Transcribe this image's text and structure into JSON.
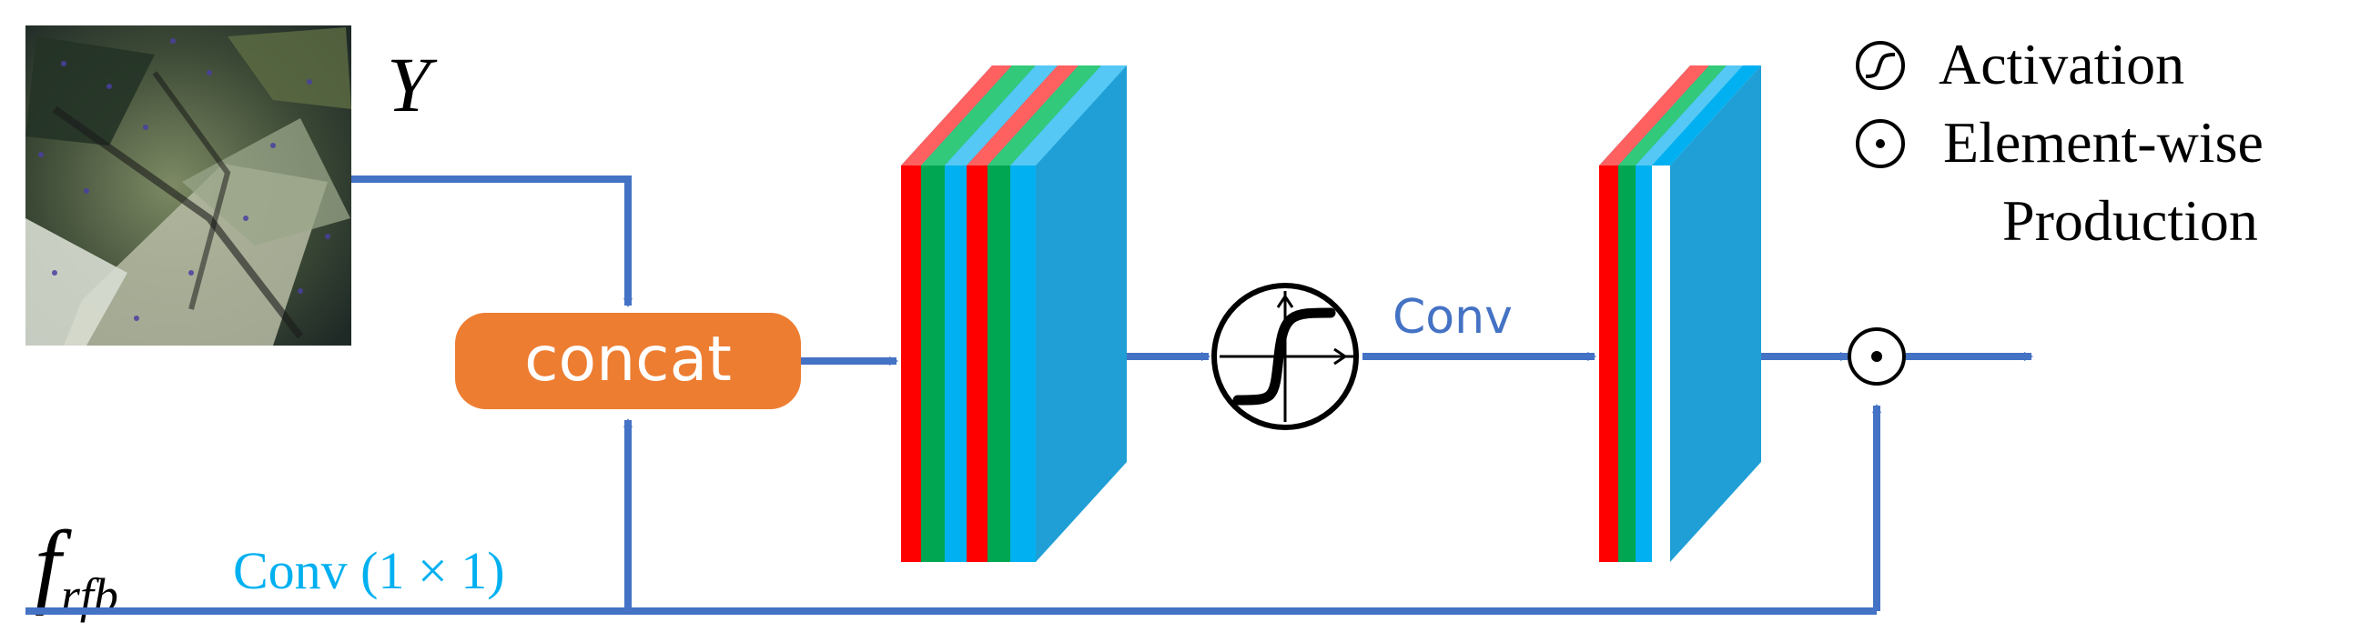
{
  "labels": {
    "input_symbol": "Y",
    "feature_symbol": "f",
    "feature_subscript": "rfb",
    "conv_1x1": "Conv (1 × 1)",
    "concat": "concat",
    "conv": "Conv"
  },
  "legend": {
    "activation_label": "Activation",
    "product_line1": "Element-wise",
    "product_line2": "Production"
  },
  "colors": {
    "arrow": "#4472c4",
    "concat_fill": "#ed7d31",
    "conv_1x1_text": "#00b0f0",
    "conv_text": "#4472c4",
    "block_face": "#0a84ba",
    "block_side": "#1f9fd6",
    "stripe_red": "#ff0000",
    "stripe_green": "#00a651",
    "stripe_cyan": "#00b0f0"
  },
  "icons": {
    "input_image": "noisy-image-thumbnail",
    "activation": "sigmoid-activation-icon",
    "product": "element-wise-product-icon"
  }
}
